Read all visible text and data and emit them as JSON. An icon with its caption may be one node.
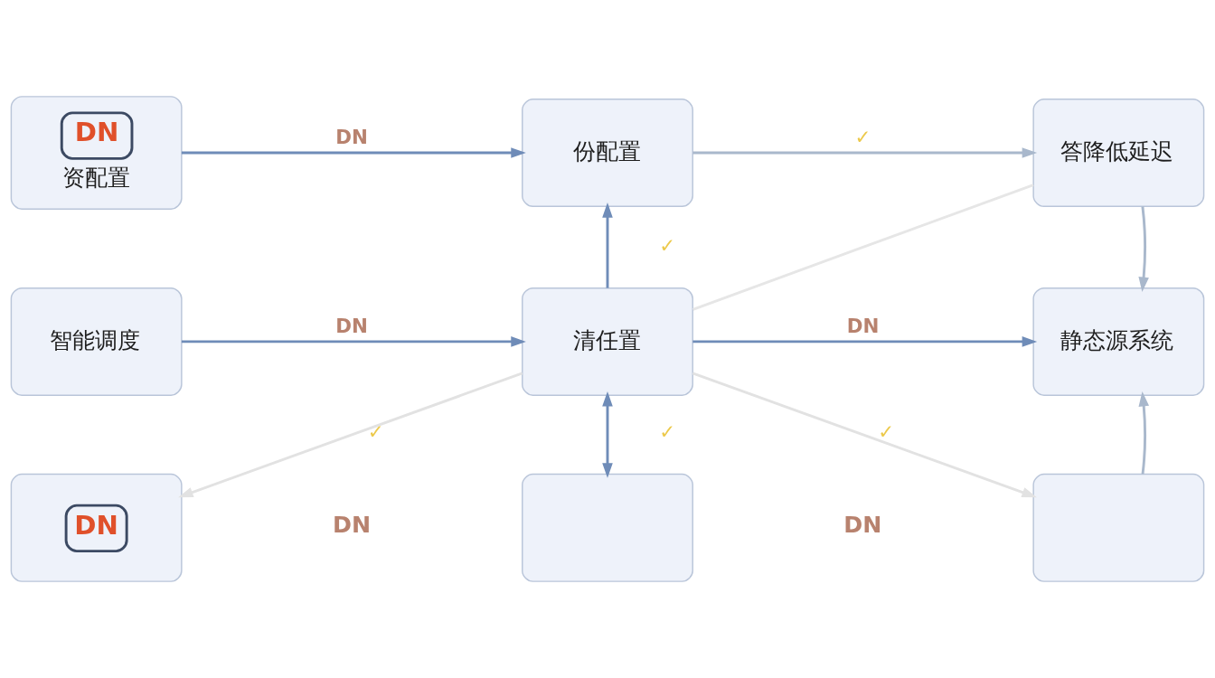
{
  "diagram": {
    "nodes": [
      {
        "text": [
          "DN",
          "资配置"
        ]
      },
      {
        "text": [
          "份配置"
        ]
      },
      {
        "text": [
          "答降低延迟"
        ]
      },
      {
        "text": [
          "智能调度"
        ]
      },
      {
        "text": [
          "清任置"
        ]
      },
      {
        "text": [
          "静态源系统"
        ]
      },
      {
        "text": [
          "DN"
        ]
      },
      {
        "text": [],
        "shape": "box"
      },
      {
        "text": [],
        "shape": "box"
      }
    ],
    "edges": [
      {
        "from": 0,
        "to": 1,
        "arrow": "to",
        "label": "DN"
      },
      {
        "from": 1,
        "to": 2,
        "arrow": "to",
        "label": "✓",
        "color": "#a9b8cc"
      },
      {
        "from": 2,
        "to": 5,
        "arrow": "to",
        "color": "#a9b8cc"
      },
      {
        "from": 4,
        "to": 1,
        "arrow": "to",
        "label": "✓"
      },
      {
        "from": 2,
        "to": 4,
        "arrow": "none",
        "color": "#e6e6e6"
      },
      {
        "from": 3,
        "to": 4,
        "arrow": "to",
        "label": "DN"
      },
      {
        "from": 4,
        "to": 5,
        "arrow": "to",
        "label": "DN"
      },
      {
        "from": 4,
        "to": 7,
        "arrow": "both",
        "label": "✓"
      },
      {
        "from": 4,
        "to": 6,
        "arrow": "to",
        "label": "✓",
        "color": "#e2e2e2"
      },
      {
        "from": 4,
        "to": 8,
        "arrow": "to",
        "label": "✓",
        "color": "#e2e2e2"
      },
      {
        "from": 8,
        "to": 5,
        "arrow": "to",
        "color": "#a9b8cc"
      }
    ],
    "labels": [
      "DN",
      "DN"
    ]
  }
}
